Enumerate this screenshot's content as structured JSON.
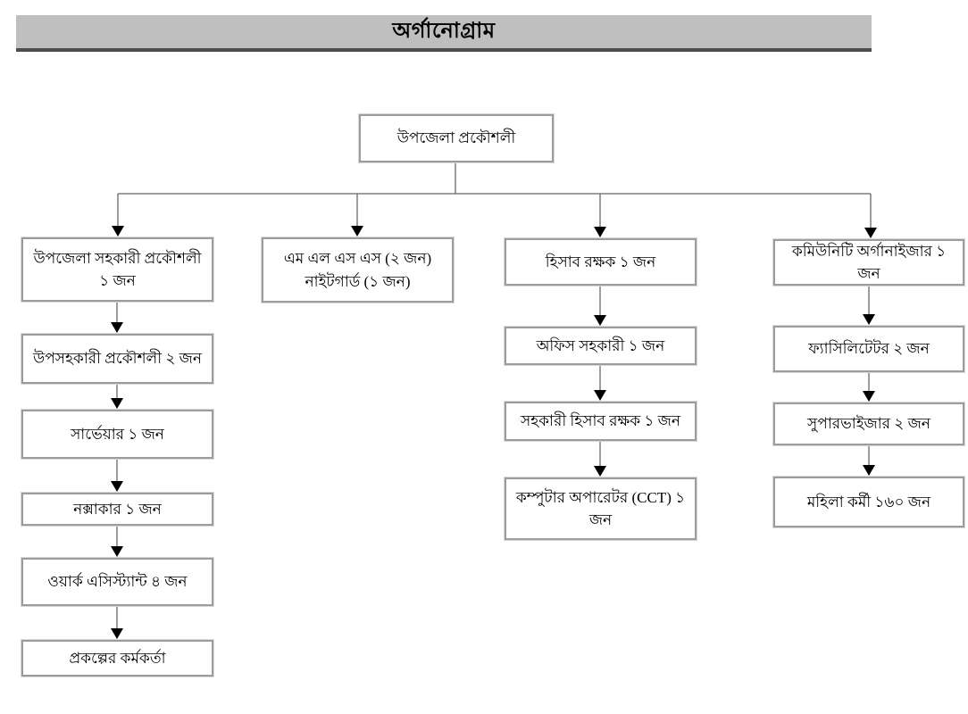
{
  "title_bar": {
    "title": "অর্গানোগ্রাম",
    "bg_color": "#bfbfbf",
    "underline_color": "#4d4d4d"
  },
  "org_chart": {
    "root": {
      "label": "উপজেলা প্রকৌশলী"
    },
    "branches": [
      {
        "name": "engineering-branch",
        "boxes": [
          {
            "label": "উপজেলা সহকারী প্রকৌশলী ১ জন"
          },
          {
            "label": "উপসহকারী প্রকৌশলী ২ জন"
          },
          {
            "label": "সার্ভেয়ার ১ জন"
          },
          {
            "label": "নক্সাকার ১ জন"
          },
          {
            "label": "ওয়ার্ক এসিস্ট্যান্ট ৪ জন"
          },
          {
            "label": "প্রকল্পের কর্মকর্তা"
          }
        ]
      },
      {
        "name": "support-staff-branch",
        "boxes": [
          {
            "label": "এম এল এস এস (২ জন)\nনাইটগার্ড (১ জন)"
          }
        ]
      },
      {
        "name": "accounts-branch",
        "boxes": [
          {
            "label": "হিসাব রক্ষক ১ জন"
          },
          {
            "label": "অফিস সহকারী ১ জন"
          },
          {
            "label": "সহকারী হিসাব রক্ষক ১ জন"
          },
          {
            "label": "কম্পুটার অপারেটর (CCT) ১ জন"
          }
        ]
      },
      {
        "name": "community-branch",
        "boxes": [
          {
            "label": "কমিউনিটি অর্গানাইজার ১ জন"
          },
          {
            "label": "ফ্যাসিলিটেটর ২ জন"
          },
          {
            "label": "সুপারভাইজার ২ জন"
          },
          {
            "label": "মহিলা কর্মী ১৬০ জন"
          }
        ]
      }
    ]
  },
  "colors": {
    "box_border": "#9c9c9c",
    "connector_line": "#666666",
    "arrowhead": "#000000",
    "title_bg": "#bfbfbf",
    "title_underline": "#4d4d4d",
    "text": "#000000"
  }
}
